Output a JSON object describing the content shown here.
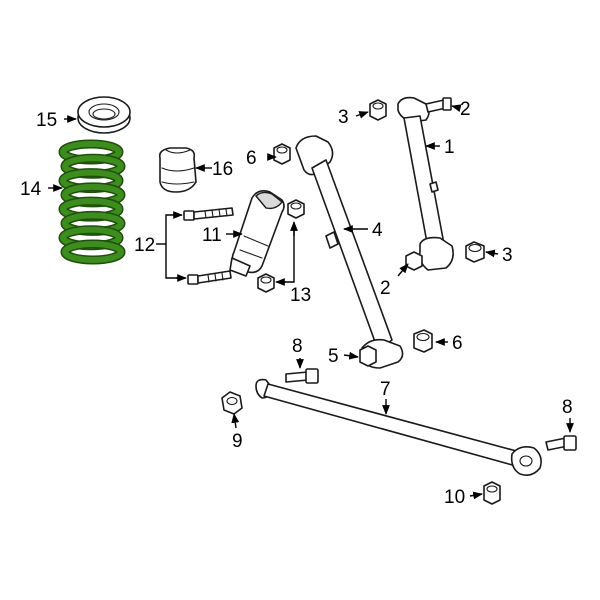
{
  "diagram": {
    "colors": {
      "spring_fill": "#3c8c1e",
      "spring_stroke": "#1f4f0c",
      "line": "#1a1a1a"
    },
    "callouts": {
      "c1": "1",
      "c2a": "2",
      "c2b": "2",
      "c3a": "3",
      "c3b": "3",
      "c4": "4",
      "c5": "5",
      "c6a": "6",
      "c6b": "6",
      "c7": "7",
      "c8a": "8",
      "c8b": "8",
      "c9": "9",
      "c10": "10",
      "c11": "11",
      "c12": "12",
      "c13": "13",
      "c14": "14",
      "c15": "15",
      "c16": "16"
    }
  }
}
